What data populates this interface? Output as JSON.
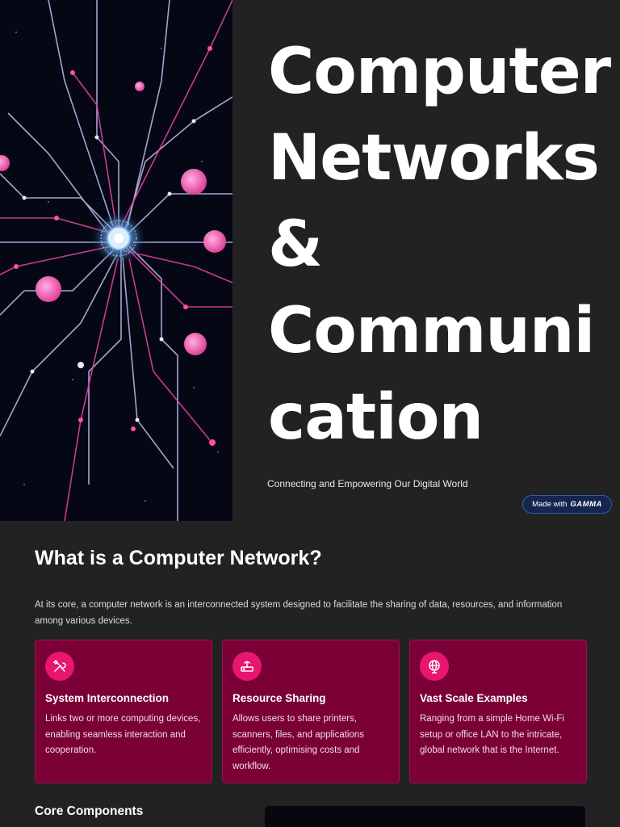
{
  "hero": {
    "title_lines": [
      "Computer",
      "Networks",
      "&",
      "Communi",
      "cation"
    ],
    "subtitle": "Connecting and Empowering Our Digital World",
    "badge": {
      "prefix": "Made with",
      "brand": "GAMMA"
    }
  },
  "section": {
    "title": "What is a Computer Network?",
    "intro": "At its core, a computer network is an interconnected system designed to facilitate the sharing of data, resources, and information among various devices.",
    "cards": [
      {
        "icon": "tools-icon",
        "title": "System Interconnection",
        "text": "Links two or more computing devices, enabling seamless interaction and cooperation."
      },
      {
        "icon": "router-icon",
        "title": "Resource Sharing",
        "text": "Allows users to share printers, scanners, files, and applications efficiently, optimising costs and workflow."
      },
      {
        "icon": "globe-icon",
        "title": "Vast Scale Examples",
        "text": "Ranging from a simple Home Wi-Fi setup or office LAN to the intricate, global network that is the Internet."
      }
    ]
  },
  "core": {
    "title": "Core Components"
  },
  "colors": {
    "background": "#232222",
    "card": "#7a0035",
    "accent": "#e8166f",
    "badge": "#14264f"
  }
}
